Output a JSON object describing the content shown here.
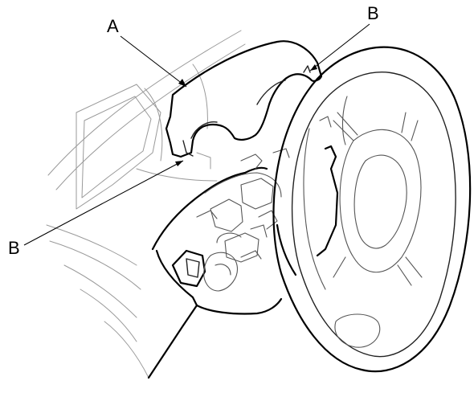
{
  "callouts": {
    "a": "A",
    "b_top": "B",
    "b_bottom": "B"
  }
}
